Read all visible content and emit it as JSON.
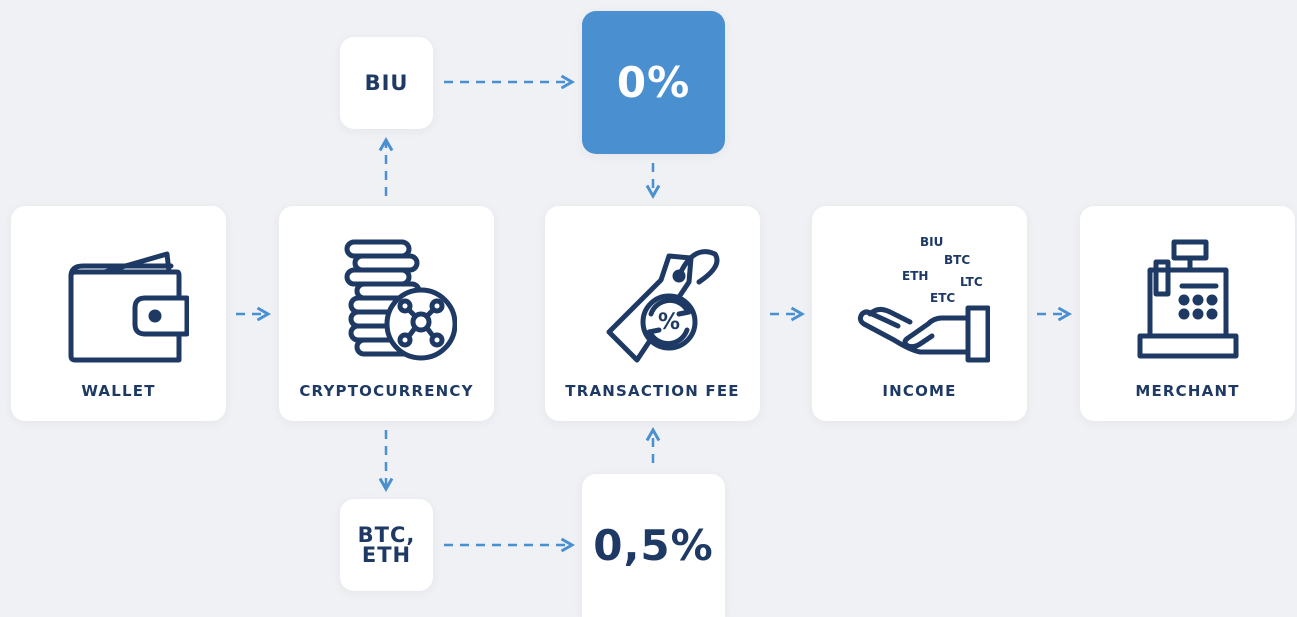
{
  "steps": [
    {
      "label": "WALLET",
      "icon": "wallet-icon"
    },
    {
      "label": "CRYPTOCURRENCY",
      "icon": "coins-icon"
    },
    {
      "label": "TRANSACTION FEE",
      "icon": "price-tag-percent-icon"
    },
    {
      "label": "INCOME",
      "icon": "hand-coins-icon"
    },
    {
      "label": "MERCHANT",
      "icon": "cash-register-icon"
    }
  ],
  "branches": {
    "top_currency": "BIU",
    "top_fee": "0%",
    "bottom_currency": "BTC, ETH",
    "bottom_fee": "0,5%"
  },
  "income_coins": [
    "BIU",
    "BTC",
    "ETH",
    "LTC",
    "ETC"
  ],
  "colors": {
    "accent": "#4a8fd0",
    "text": "#1e3a64",
    "background": "#f0f1f4"
  }
}
